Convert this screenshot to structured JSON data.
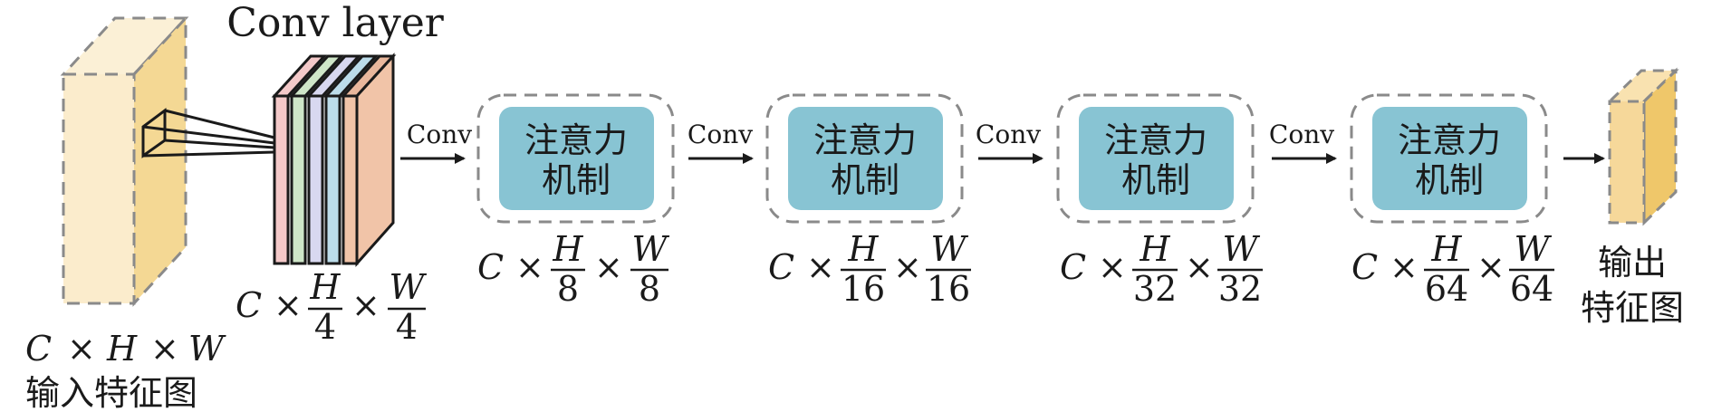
{
  "conv_layer_label": "Conv layer",
  "arrow_label": "Conv",
  "attention_block": {
    "line1": "注意力",
    "line2": "机制"
  },
  "input": {
    "dims": {
      "c": "C",
      "times": "×",
      "h": "H",
      "w": "W"
    },
    "caption": "输入特征图"
  },
  "conv_dims": {
    "c": "C",
    "times": "×",
    "h": "H",
    "w": "W",
    "den": "4"
  },
  "stages": [
    {
      "c": "C",
      "times": "×",
      "h": "H",
      "w": "W",
      "den": "8"
    },
    {
      "c": "C",
      "times": "×",
      "h": "H",
      "w": "W",
      "den": "16"
    },
    {
      "c": "C",
      "times": "×",
      "h": "H",
      "w": "W",
      "den": "32"
    },
    {
      "c": "C",
      "times": "×",
      "h": "H",
      "w": "W",
      "den": "64"
    }
  ],
  "output": {
    "line1": "输出",
    "line2": "特征图"
  },
  "colors": {
    "input_front": "#fbeccc",
    "input_side": "#f4d894",
    "output_front": "#f6d89a",
    "output_side": "#efc76a",
    "attention_fill": "#88c4d3",
    "dashed_border": "#8a8a8a",
    "conv_sheets": [
      "#f4c9c9",
      "#cfe6c8",
      "#d8d8f0",
      "#bcdcea",
      "#f1c4a8"
    ]
  }
}
